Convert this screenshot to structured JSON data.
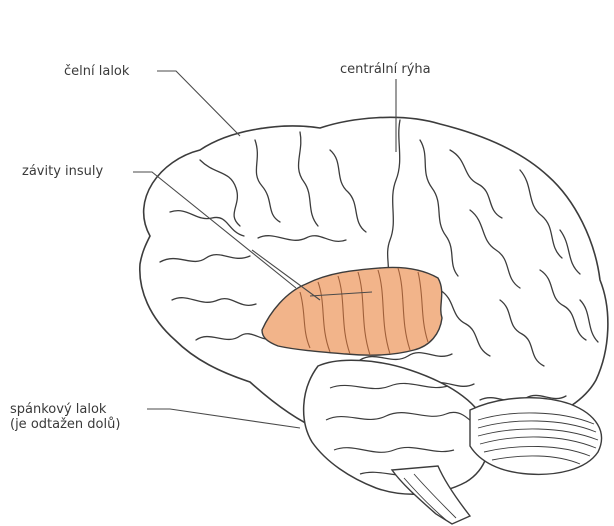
{
  "labels": {
    "frontal_lobe": "čelní lalok",
    "central_sulcus": "centrální rýha",
    "insula_gyri": "závity insuly",
    "temporal_lobe_line1": "spánkový lalok",
    "temporal_lobe_line2": "(je odtažen dolů)"
  },
  "colors": {
    "insula_fill": "#f2b48a",
    "outline": "#3c3c3c",
    "leader_line": "#4a4a4a",
    "background": "#ffffff"
  }
}
